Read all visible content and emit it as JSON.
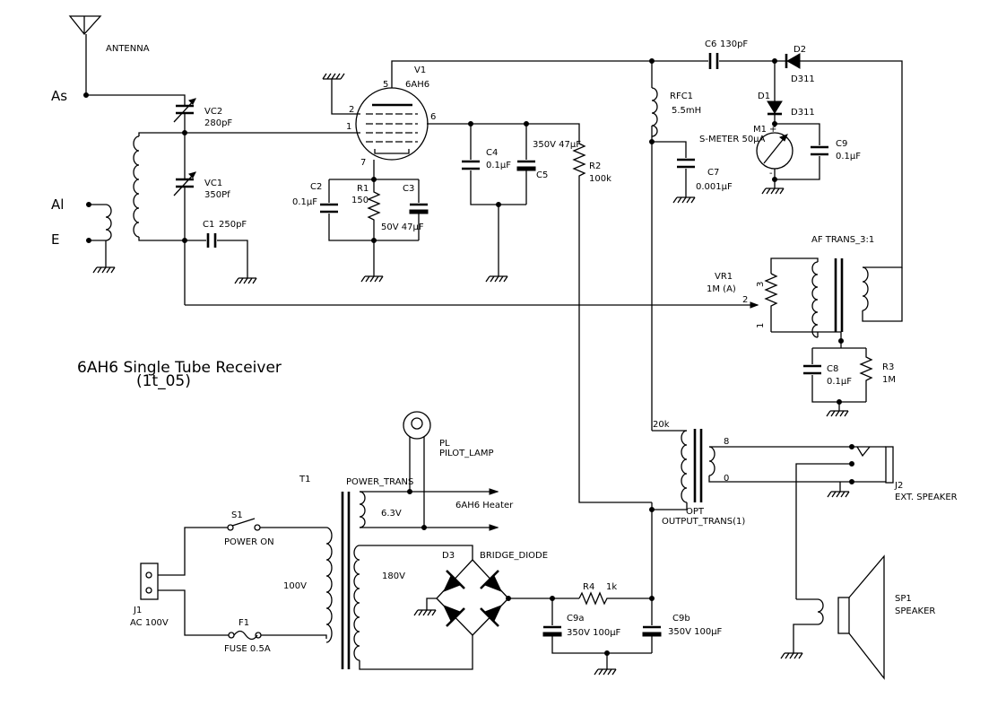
{
  "title": {
    "line1": "6AH6 Single Tube Receiver",
    "line2": "(1t_05)"
  },
  "terminals": {
    "as": "As",
    "al": "Al",
    "e": "E"
  },
  "antenna": {
    "label": "ANTENNA"
  },
  "vc2": {
    "ref": "VC2",
    "value": "280pF"
  },
  "vc1": {
    "ref": "VC1",
    "value": "350Pf"
  },
  "c1": {
    "ref": "C1",
    "value": "250pF"
  },
  "v1": {
    "ref": "V1",
    "type": "6AH6",
    "pins": {
      "p1": "1",
      "p2": "2",
      "p5": "5",
      "p6": "6",
      "p7": "7"
    }
  },
  "c2": {
    "ref": "C2",
    "value": "0.1μF"
  },
  "r1": {
    "ref": "R1",
    "value": "150"
  },
  "c3": {
    "ref": "C3",
    "value": "50V 47μF"
  },
  "c4": {
    "ref": "C4",
    "value": "0.1μF"
  },
  "c5": {
    "ref": "C5",
    "value": "350V 47μF"
  },
  "r2": {
    "ref": "R2",
    "value": "100k"
  },
  "rfc1": {
    "ref": "RFC1",
    "value": "5.5mH"
  },
  "c6": {
    "ref": "C6",
    "value": "130pF"
  },
  "c7": {
    "ref": "C7",
    "value": "0.001μF"
  },
  "d1": {
    "ref": "D1",
    "value": "D311"
  },
  "d2": {
    "ref": "D2",
    "value": "D311"
  },
  "m1": {
    "ref": "M1",
    "value": "S-METER 50μA",
    "plus": "+",
    "minus": "-"
  },
  "c9": {
    "ref": "C9",
    "value": "0.1μF"
  },
  "af_trans": {
    "label": "AF TRANS_3:1"
  },
  "vr1": {
    "ref": "VR1",
    "value": "1M (A)",
    "pins": {
      "p1": "1",
      "p2": "2",
      "p3": "3"
    }
  },
  "c8": {
    "ref": "C8",
    "value": "0.1μF"
  },
  "r3": {
    "ref": "R3",
    "value": "1M"
  },
  "opt": {
    "ref": "OPT",
    "value": "OUTPUT_TRANS(1)",
    "primary": "20k",
    "tap8": "8",
    "tap0": "0"
  },
  "j2": {
    "ref": "J2",
    "value": "EXT. SPEAKER"
  },
  "sp1": {
    "ref": "SP1",
    "value": "SPEAKER"
  },
  "pl": {
    "ref": "PL",
    "value": "PILOT_LAMP"
  },
  "t1": {
    "ref": "T1",
    "value": "POWER_TRANS",
    "heater": "6.3V",
    "primary": "100V",
    "secondary": "180V"
  },
  "heater_out": "6AH6 Heater",
  "s1": {
    "ref": "S1",
    "value": "POWER ON"
  },
  "f1": {
    "ref": "F1",
    "value": "FUSE 0.5A"
  },
  "j1": {
    "ref": "J1",
    "value": "AC 100V"
  },
  "d3": {
    "ref": "D3",
    "value": "BRIDGE_DIODE"
  },
  "r4": {
    "ref": "R4",
    "value": "1k"
  },
  "c9a": {
    "ref": "C9a",
    "value": "350V 100μF"
  },
  "c9b": {
    "ref": "C9b",
    "value": "350V 100μF"
  }
}
